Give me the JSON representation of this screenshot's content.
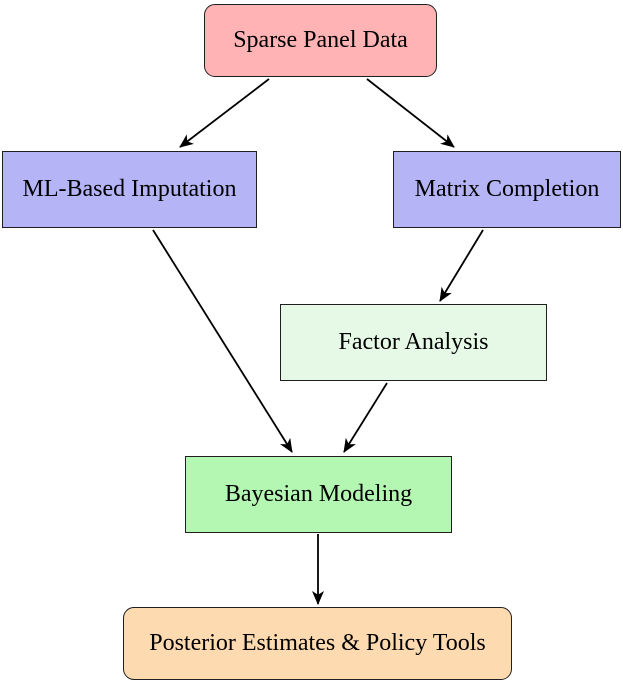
{
  "diagram": {
    "type": "flowchart",
    "background_color": "#ffffff",
    "border_color": "#1f1f1f",
    "arrow_color": "#000000",
    "nodes": [
      {
        "id": "sparse-panel-data",
        "label": "Sparse Panel Data",
        "shape": "rounded-rectangle",
        "fill": "#FFB3B4"
      },
      {
        "id": "ml-based-imputation",
        "label": "ML-Based Imputation",
        "shape": "rectangle",
        "fill": "#B4B4F7"
      },
      {
        "id": "matrix-completion",
        "label": "Matrix Completion",
        "shape": "rectangle",
        "fill": "#B4B4F7"
      },
      {
        "id": "factor-analysis",
        "label": "Factor Analysis",
        "shape": "rectangle",
        "fill": "#E6F9E6"
      },
      {
        "id": "bayesian-modeling",
        "label": "Bayesian Modeling",
        "shape": "rectangle",
        "fill": "#B3F7B3"
      },
      {
        "id": "posterior-estimates",
        "label": "Posterior Estimates & Policy Tools",
        "shape": "rounded-rectangle",
        "fill": "#FDDAB0"
      }
    ],
    "edges": [
      {
        "from": "sparse-panel-data",
        "to": "ml-based-imputation"
      },
      {
        "from": "sparse-panel-data",
        "to": "matrix-completion"
      },
      {
        "from": "matrix-completion",
        "to": "factor-analysis"
      },
      {
        "from": "ml-based-imputation",
        "to": "bayesian-modeling"
      },
      {
        "from": "factor-analysis",
        "to": "bayesian-modeling"
      },
      {
        "from": "bayesian-modeling",
        "to": "posterior-estimates"
      }
    ]
  }
}
